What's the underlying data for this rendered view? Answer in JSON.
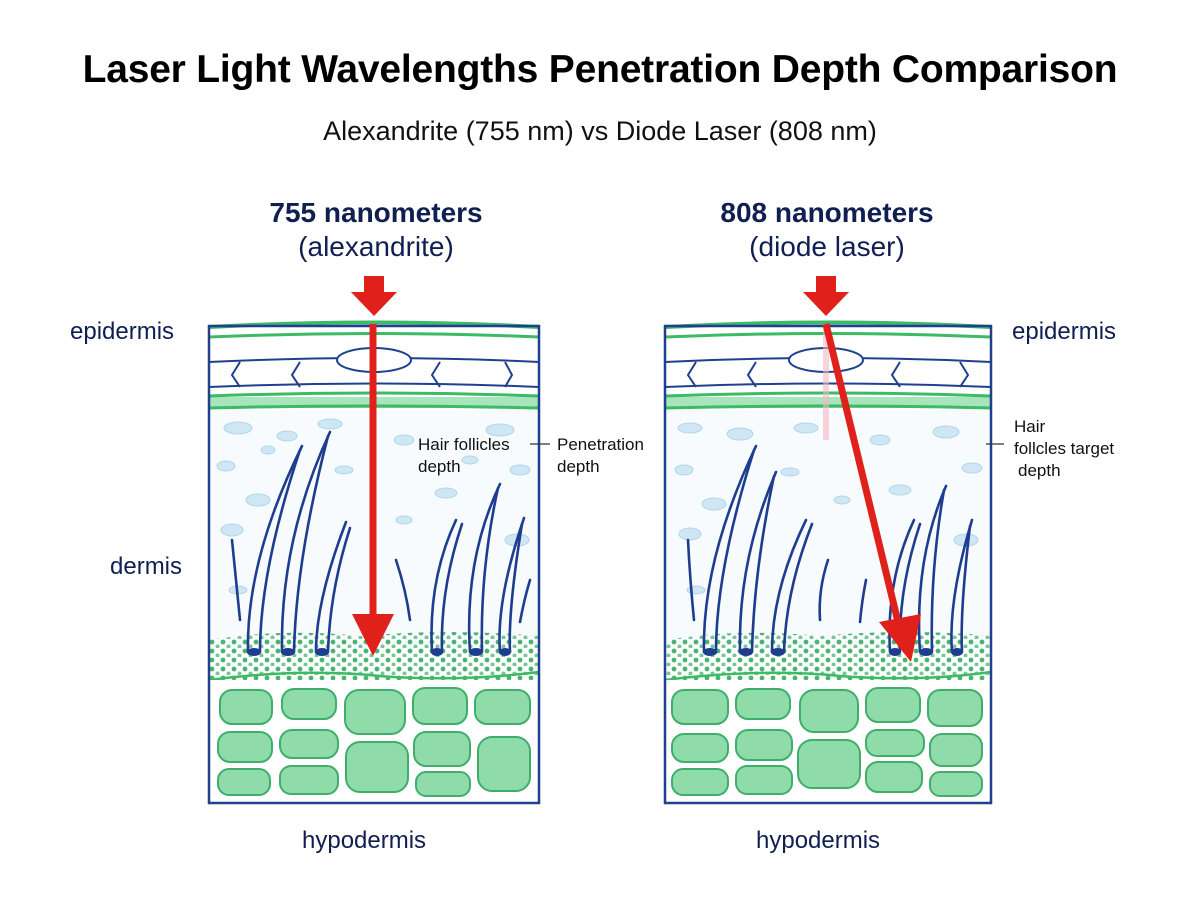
{
  "title": "Laser Light Wavelengths Penetration Depth Comparison",
  "subtitle": "Alexandrite (755 nm) vs Diode Laser (808 nm)",
  "left_panel": {
    "wavelength": "755 nanometers",
    "laser": "(alexandrite)",
    "layer_epidermis": "epidermis",
    "layer_dermis": "dermis",
    "layer_hypodermis": "hypodermis",
    "annotation_hair": [
      "Hair follicles",
      "depth"
    ],
    "annotation_penetration": [
      "Penetration",
      "depth"
    ]
  },
  "right_panel": {
    "wavelength": "808 nanometers",
    "laser": "(diode laser)",
    "layer_epidermis": "epidermis",
    "layer_hypodermis": "hypodermis",
    "annotation_target": [
      "Hair",
      "follcles target",
      "depth"
    ]
  },
  "colors": {
    "outline": "#1f3f8f",
    "epidermis_band": "#3cba65",
    "cell_fill": "#8fdcaa",
    "cell_stroke": "#3fae6a",
    "dot": "#49b46f",
    "hair": "#1e3d8f",
    "arrow": "#e0201a",
    "bubble": "#b9dcef"
  }
}
